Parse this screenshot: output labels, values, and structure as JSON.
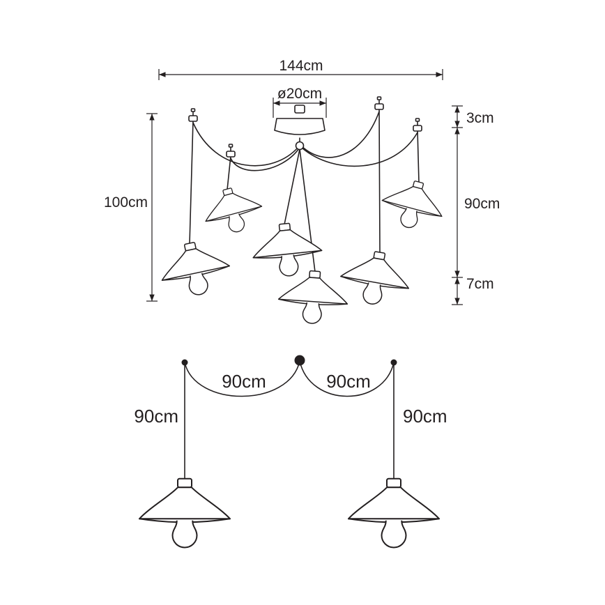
{
  "page": {
    "background_color": "#ffffff",
    "line_color": "#231f20"
  },
  "top_diagram": {
    "width_label": "144cm",
    "canopy_diameter_label": "ø20cm",
    "total_height_label": "100cm",
    "canopy_height_label": "3cm",
    "cable_length_label": "90cm",
    "shade_height_label": "7cm"
  },
  "bottom_diagram": {
    "swag_left_label": "90cm",
    "swag_right_label": "90cm",
    "drop_left_label": "90cm",
    "drop_right_label": "90cm"
  }
}
